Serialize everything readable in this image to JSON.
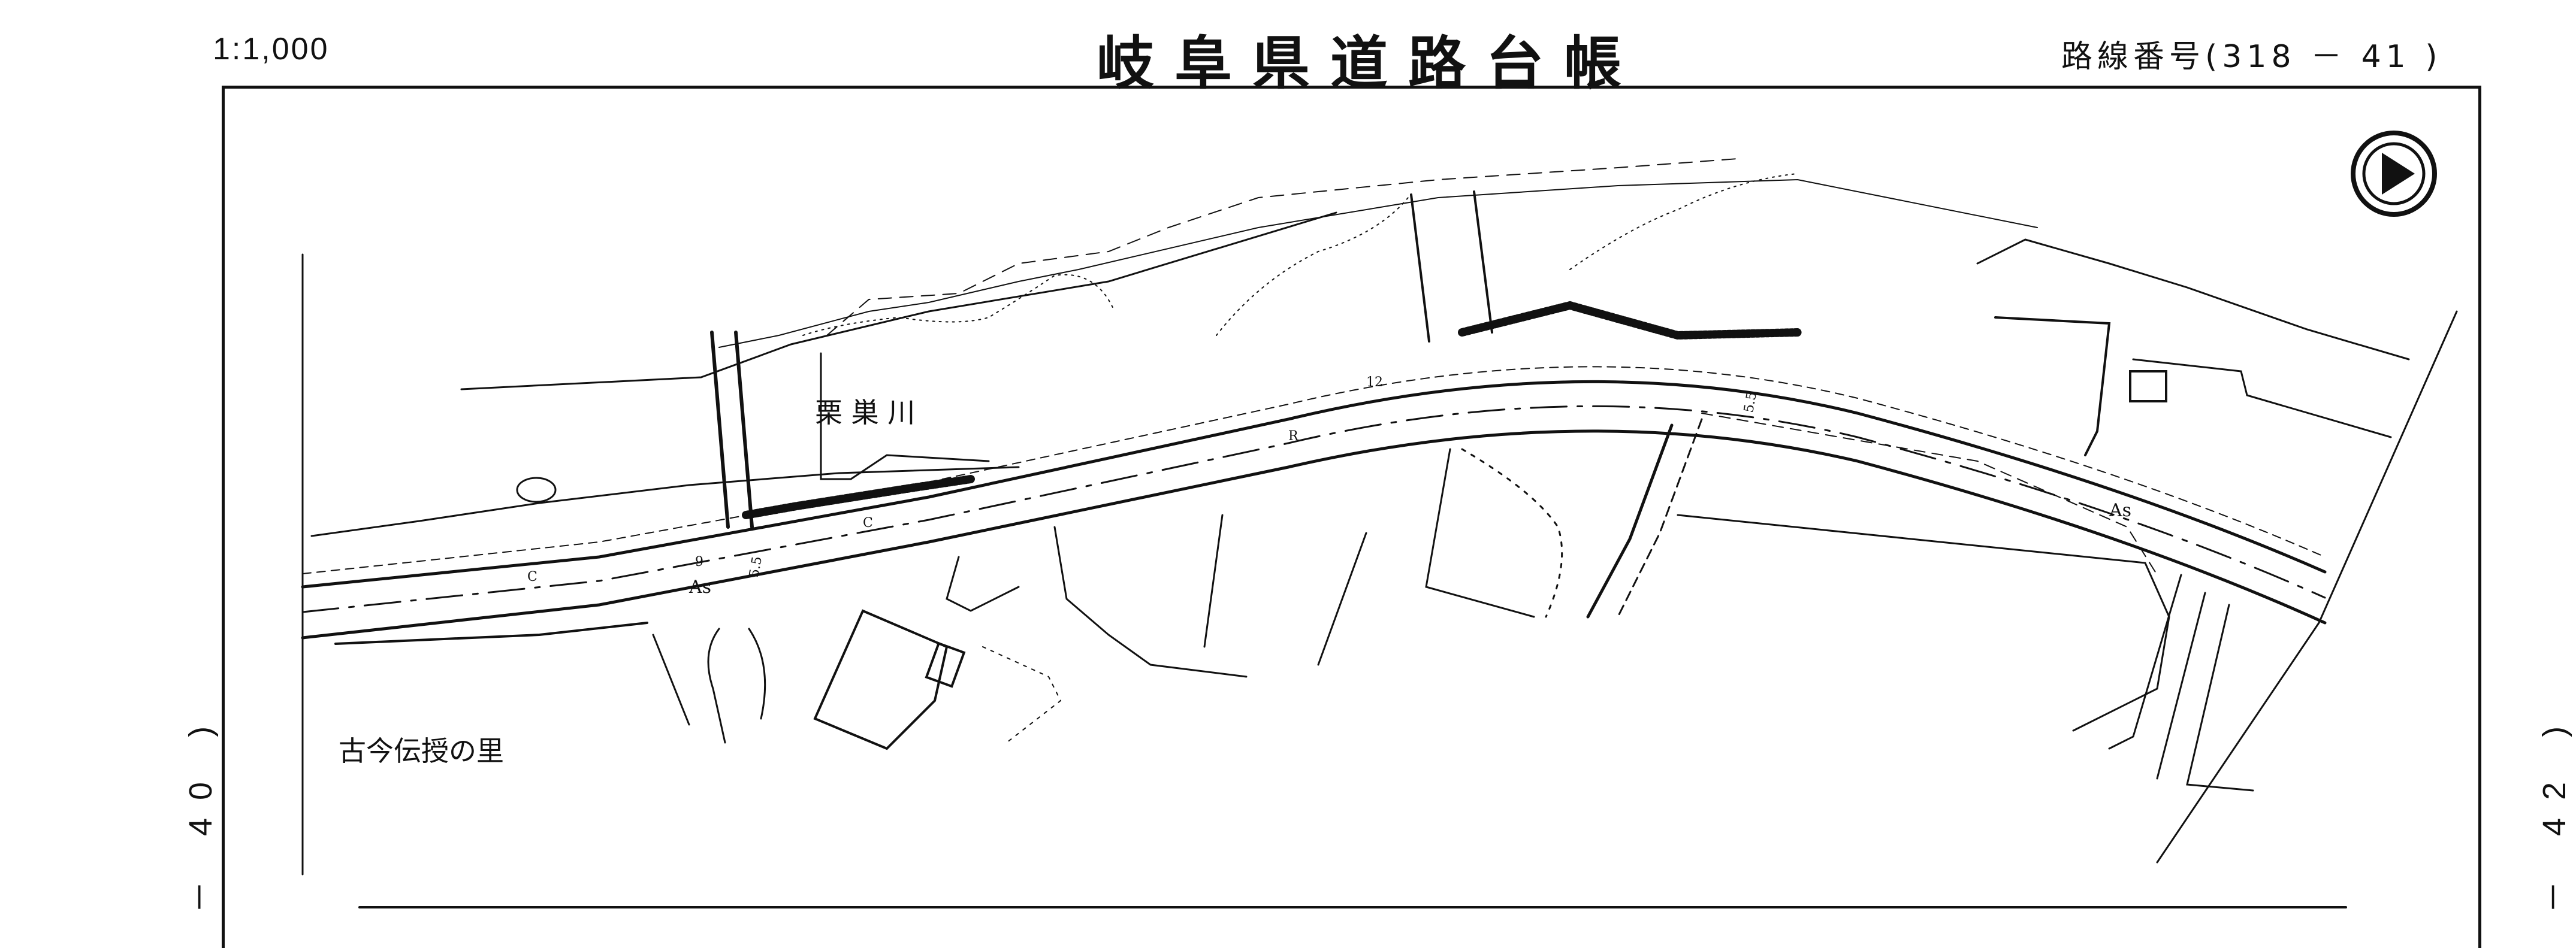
{
  "header": {
    "scale": "1:1,000",
    "title": "岐阜県道路台帳",
    "route_number": "路線番号(318 － 41 )"
  },
  "side": {
    "left_page": "－ 40 )",
    "right_page": "－ 42 )"
  },
  "map": {
    "river_label": "栗 巣 川",
    "place_label": "古今伝授の里",
    "road_surface_left": "As",
    "road_surface_right": "As",
    "width_left": "5.5",
    "width_right": "5.5",
    "measure_9": "9",
    "measure_12": "12",
    "label_c1": "C",
    "label_c2": "C",
    "label_r": "R",
    "north_arrow_icon": "north-arrow-icon"
  }
}
